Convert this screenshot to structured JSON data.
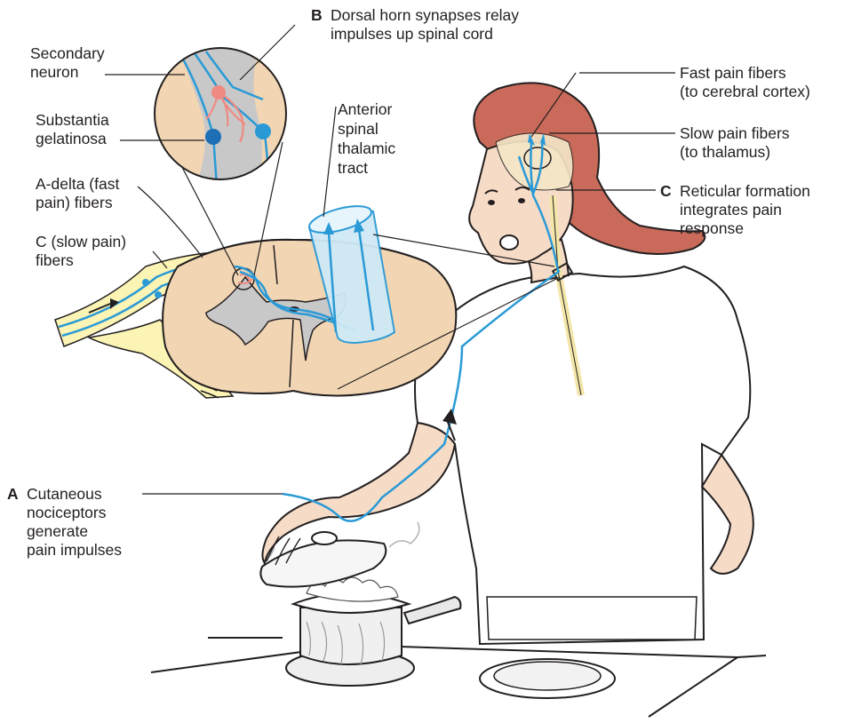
{
  "labels": {
    "b": {
      "key": "B",
      "line1": "Dorsal horn synapses relay",
      "line2": "impulses up spinal cord"
    },
    "secondary": {
      "line1": "Secondary",
      "line2": "neuron"
    },
    "substantia": {
      "line1": "Substantia",
      "line2": "gelatinosa"
    },
    "adelta": {
      "line1": "A-delta (fast",
      "line2": "pain) fibers"
    },
    "cslow": {
      "line1": "C (slow pain)",
      "line2": "fibers"
    },
    "anterior": {
      "line1": "Anterior",
      "line2": "spinal",
      "line3": "thalamic",
      "line4": "tract"
    },
    "fast": {
      "line1": "Fast pain fibers",
      "line2": "(to cerebral cortex)"
    },
    "slow": {
      "line1": "Slow pain fibers",
      "line2": "(to thalamus)"
    },
    "c": {
      "key": "C",
      "line1": "Reticular formation",
      "line2": "integrates pain",
      "line3": "response"
    },
    "a": {
      "key": "A",
      "line1": "Cutaneous",
      "line2": "nociceptors",
      "line3": "generate",
      "line4": "pain impulses"
    }
  },
  "colors": {
    "nerve": "#2a9ad6",
    "cord": "#f2d6b3",
    "gray_matter": "#c8c8c8",
    "hair": "#c96a5a",
    "skin": "#f6dcc6",
    "yellow_nerve": "#fbf4b4",
    "tract": "#cfe9f5"
  }
}
